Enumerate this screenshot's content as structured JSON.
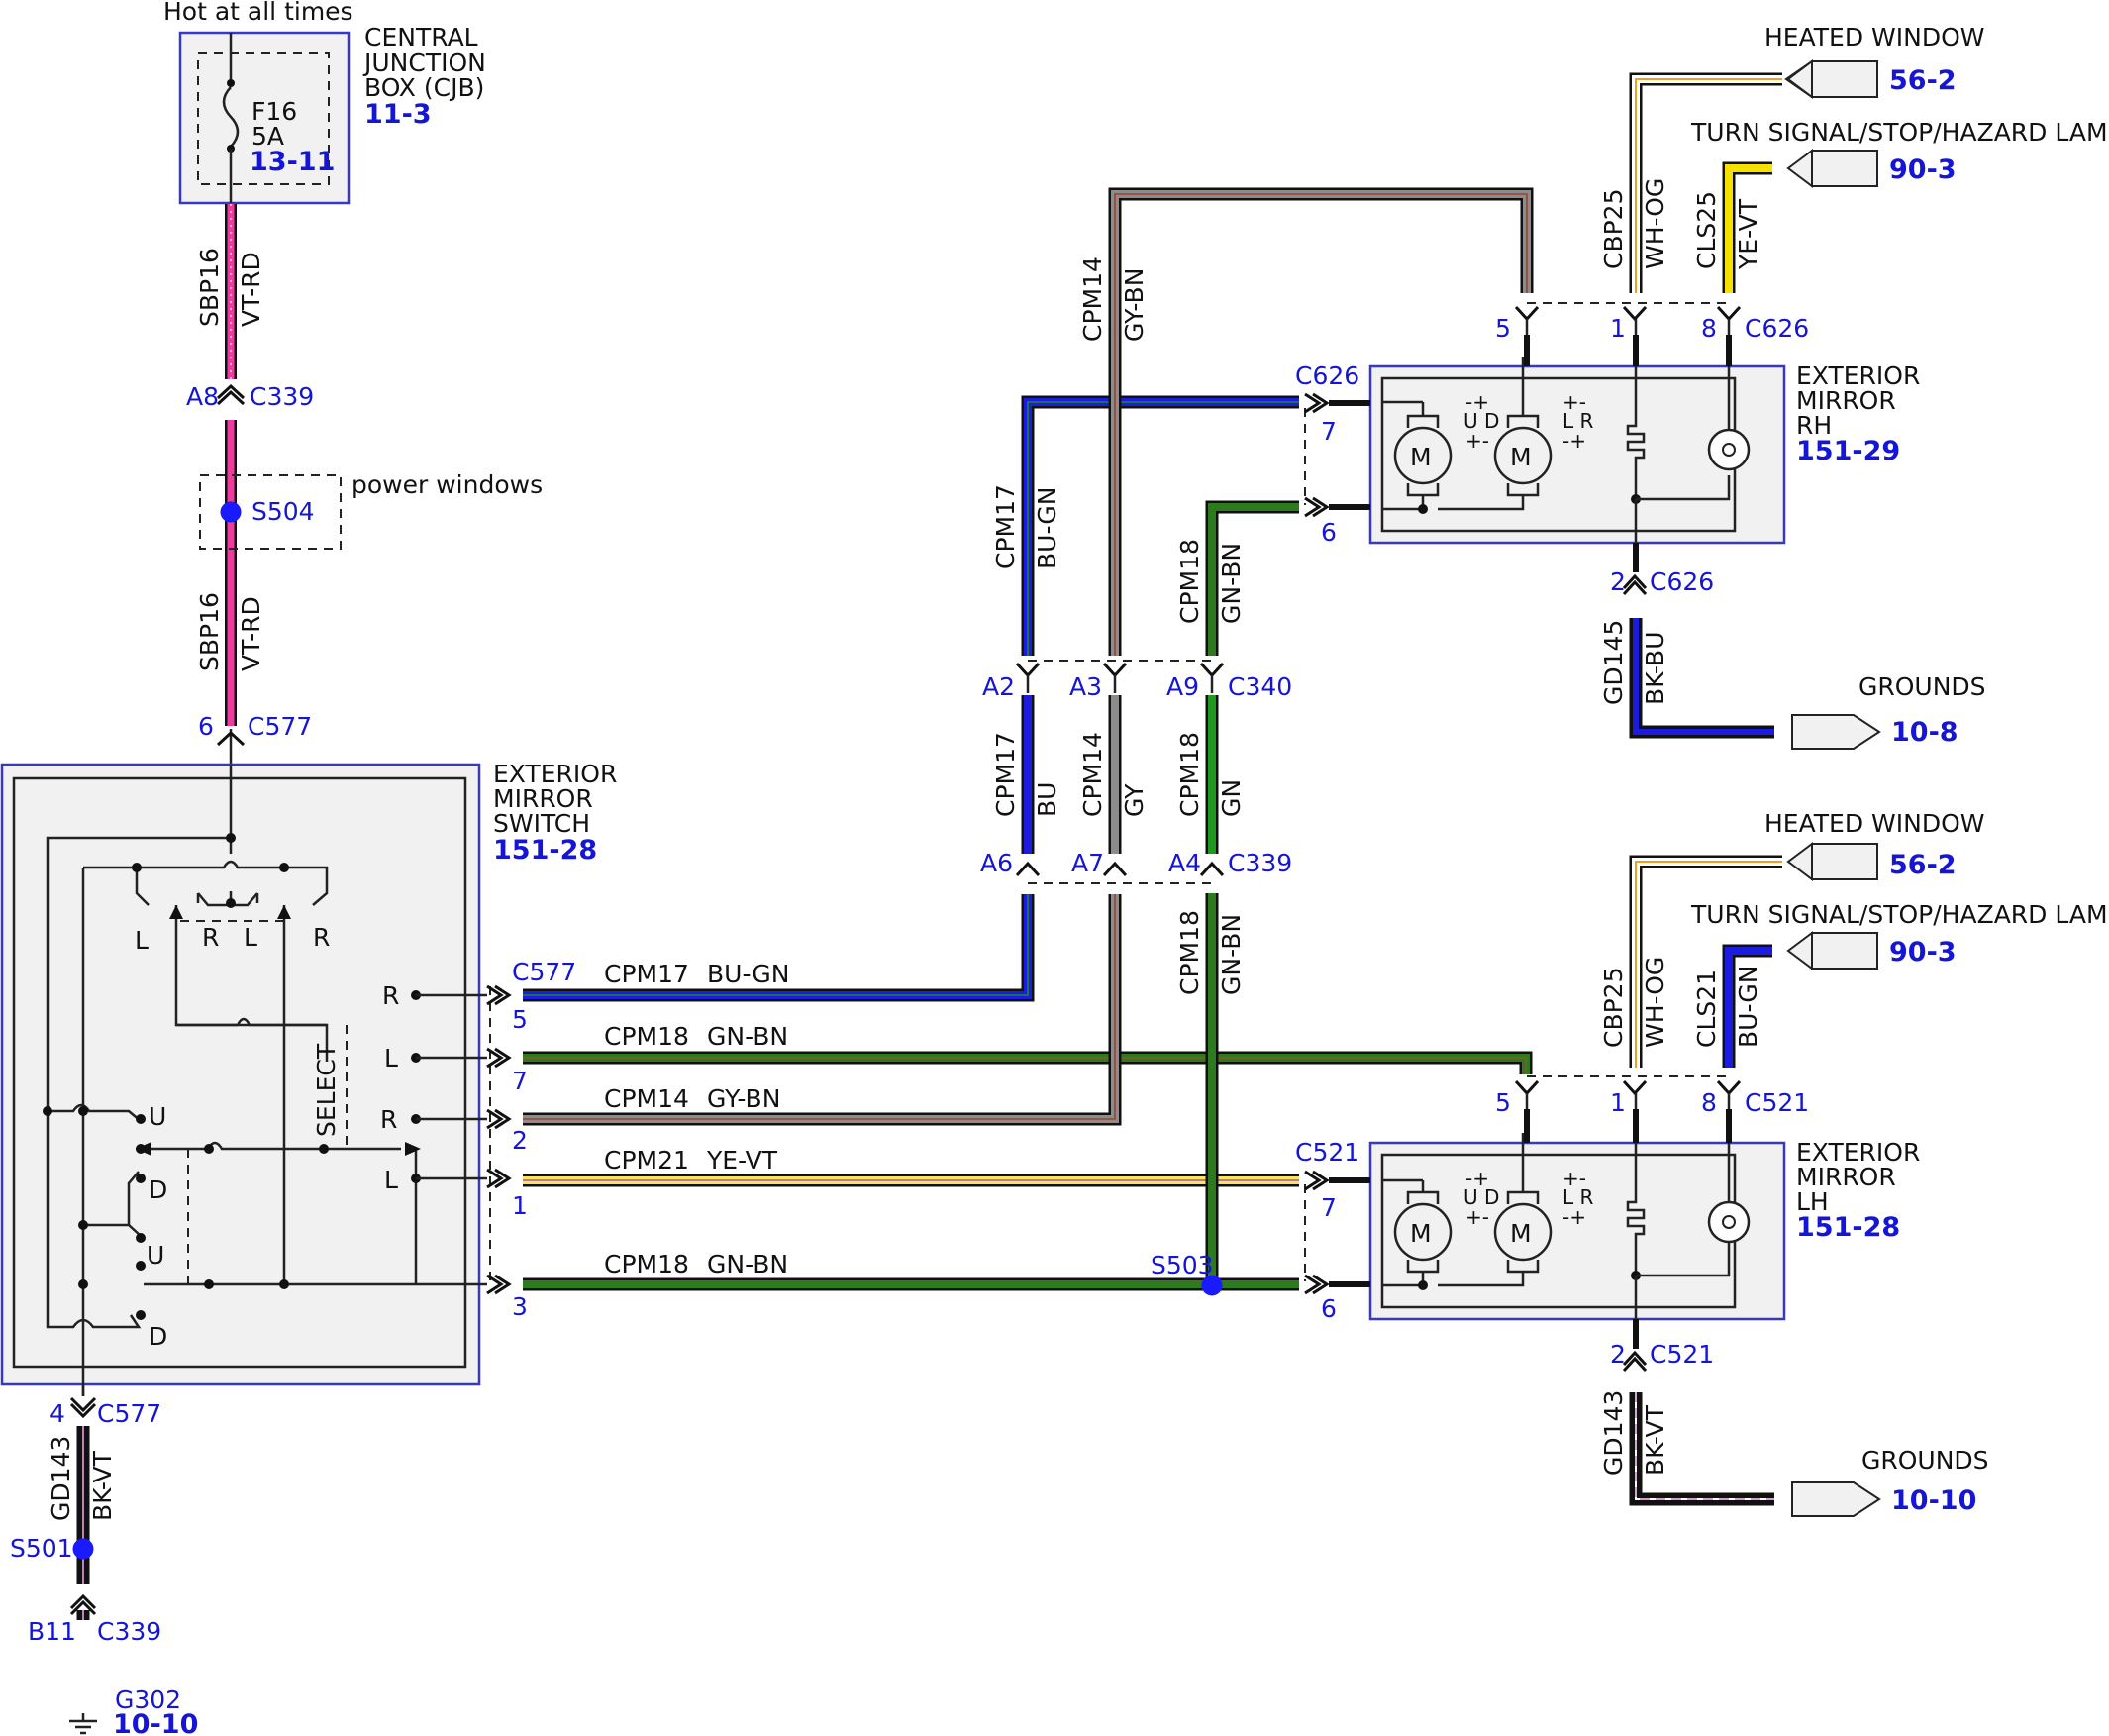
{
  "cjb": {
    "hot": "Hot at all times",
    "l1": "CENTRAL",
    "l2": "JUNCTION",
    "l3": "BOX (CJB)",
    "ref": "11-3",
    "fuse": "F16",
    "amps": "5A",
    "fuse_ref": "13-11"
  },
  "wires": {
    "sbp16_code": "SBP16",
    "sbp16_color": "VT-RD",
    "cpm14_code": "CPM14",
    "cpm14_color": "GY-BN",
    "cpm14_short": "GY",
    "cpm17_code": "CPM17",
    "cpm17_color": "BU-GN",
    "cpm17_short": "BU",
    "cpm18_code": "CPM18",
    "cpm18_color": "GN-BN",
    "cpm18_short": "GN",
    "cpm21_code": "CPM21",
    "cpm21_color": "YE-VT",
    "cbp25_code": "CBP25",
    "cbp25_color": "WH-OG",
    "cls25_code": "CLS25",
    "cls25_color": "YE-VT",
    "cls21_code": "CLS21",
    "cls21_color": "BU-GN",
    "gd145_code": "GD145",
    "gd145_color": "BK-BU",
    "gd143_code": "GD143",
    "gd143_color": "BK-VT"
  },
  "connectors": {
    "c339": "C339",
    "c577": "C577",
    "c340": "C340",
    "c626": "C626",
    "c521": "C521",
    "a8": "A8",
    "a2": "A2",
    "a3": "A3",
    "a9": "A9",
    "a6": "A6",
    "a7": "A7",
    "a4": "A4",
    "b11": "B11",
    "p1": "1",
    "p2": "2",
    "p3": "3",
    "p4": "4",
    "p5": "5",
    "p6": "6",
    "p7": "7",
    "p8": "8"
  },
  "splices": {
    "s504": "S504",
    "s503": "S503",
    "s501": "S501",
    "power_windows": "power windows"
  },
  "switch": {
    "l1": "EXTERIOR",
    "l2": "MIRROR",
    "l3": "SWITCH",
    "ref": "151-28",
    "select": "SELECT",
    "L": "L",
    "R": "R",
    "U": "U",
    "D": "D"
  },
  "mirror_rh": {
    "l1": "EXTERIOR",
    "l2": "MIRROR",
    "l3": "RH",
    "ref": "151-29"
  },
  "mirror_lh": {
    "l1": "EXTERIOR",
    "l2": "MIRROR",
    "l3": "LH",
    "ref": "151-28"
  },
  "motor": {
    "m": "M",
    "ud": "U D",
    "lr": "L R",
    "pm": "+-",
    "mp": "-+"
  },
  "refs": {
    "heated_window": "HEATED WINDOW",
    "heated_ref": "56-2",
    "turn_signal": "TURN SIGNAL/STOP/HAZARD LAMPS",
    "turn_ref": "90-3",
    "grounds": "GROUNDS",
    "grounds_rh_ref": "10-8",
    "grounds_lh_ref": "10-10",
    "g302": "G302",
    "g302_ref": "10-10"
  }
}
